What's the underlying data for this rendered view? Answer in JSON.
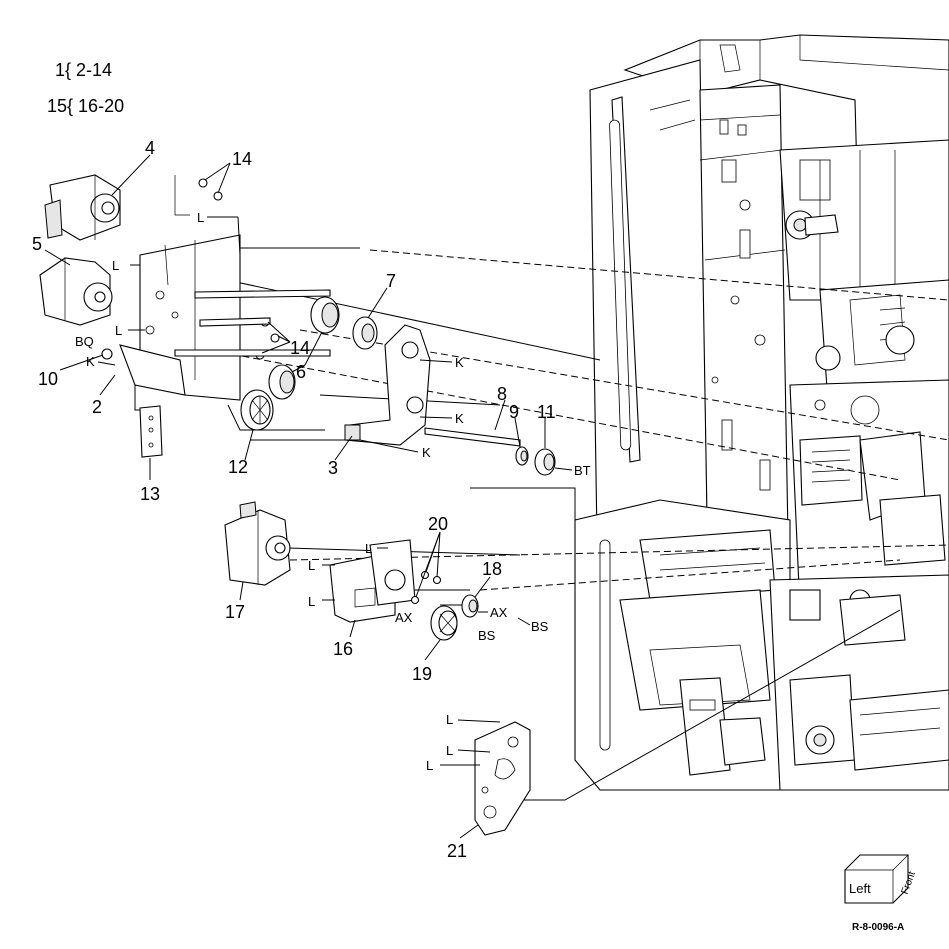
{
  "legend": [
    {
      "assembly": "1",
      "range": "2-14"
    },
    {
      "assembly": "15",
      "range": "16-20"
    }
  ],
  "part_numbers": [
    "2",
    "3",
    "4",
    "5",
    "6",
    "7",
    "8",
    "9",
    "10",
    "11",
    "12",
    "13",
    "14",
    "14",
    "16",
    "17",
    "18",
    "19",
    "20",
    "21"
  ],
  "connectors": {
    "L": "L",
    "K": "K",
    "BQ": "BQ",
    "BT": "BT",
    "AX": "AX",
    "BS": "BS"
  },
  "orientation_badge": {
    "left": "Left",
    "front": "Front"
  },
  "figure_code": "R-8-0096-A"
}
